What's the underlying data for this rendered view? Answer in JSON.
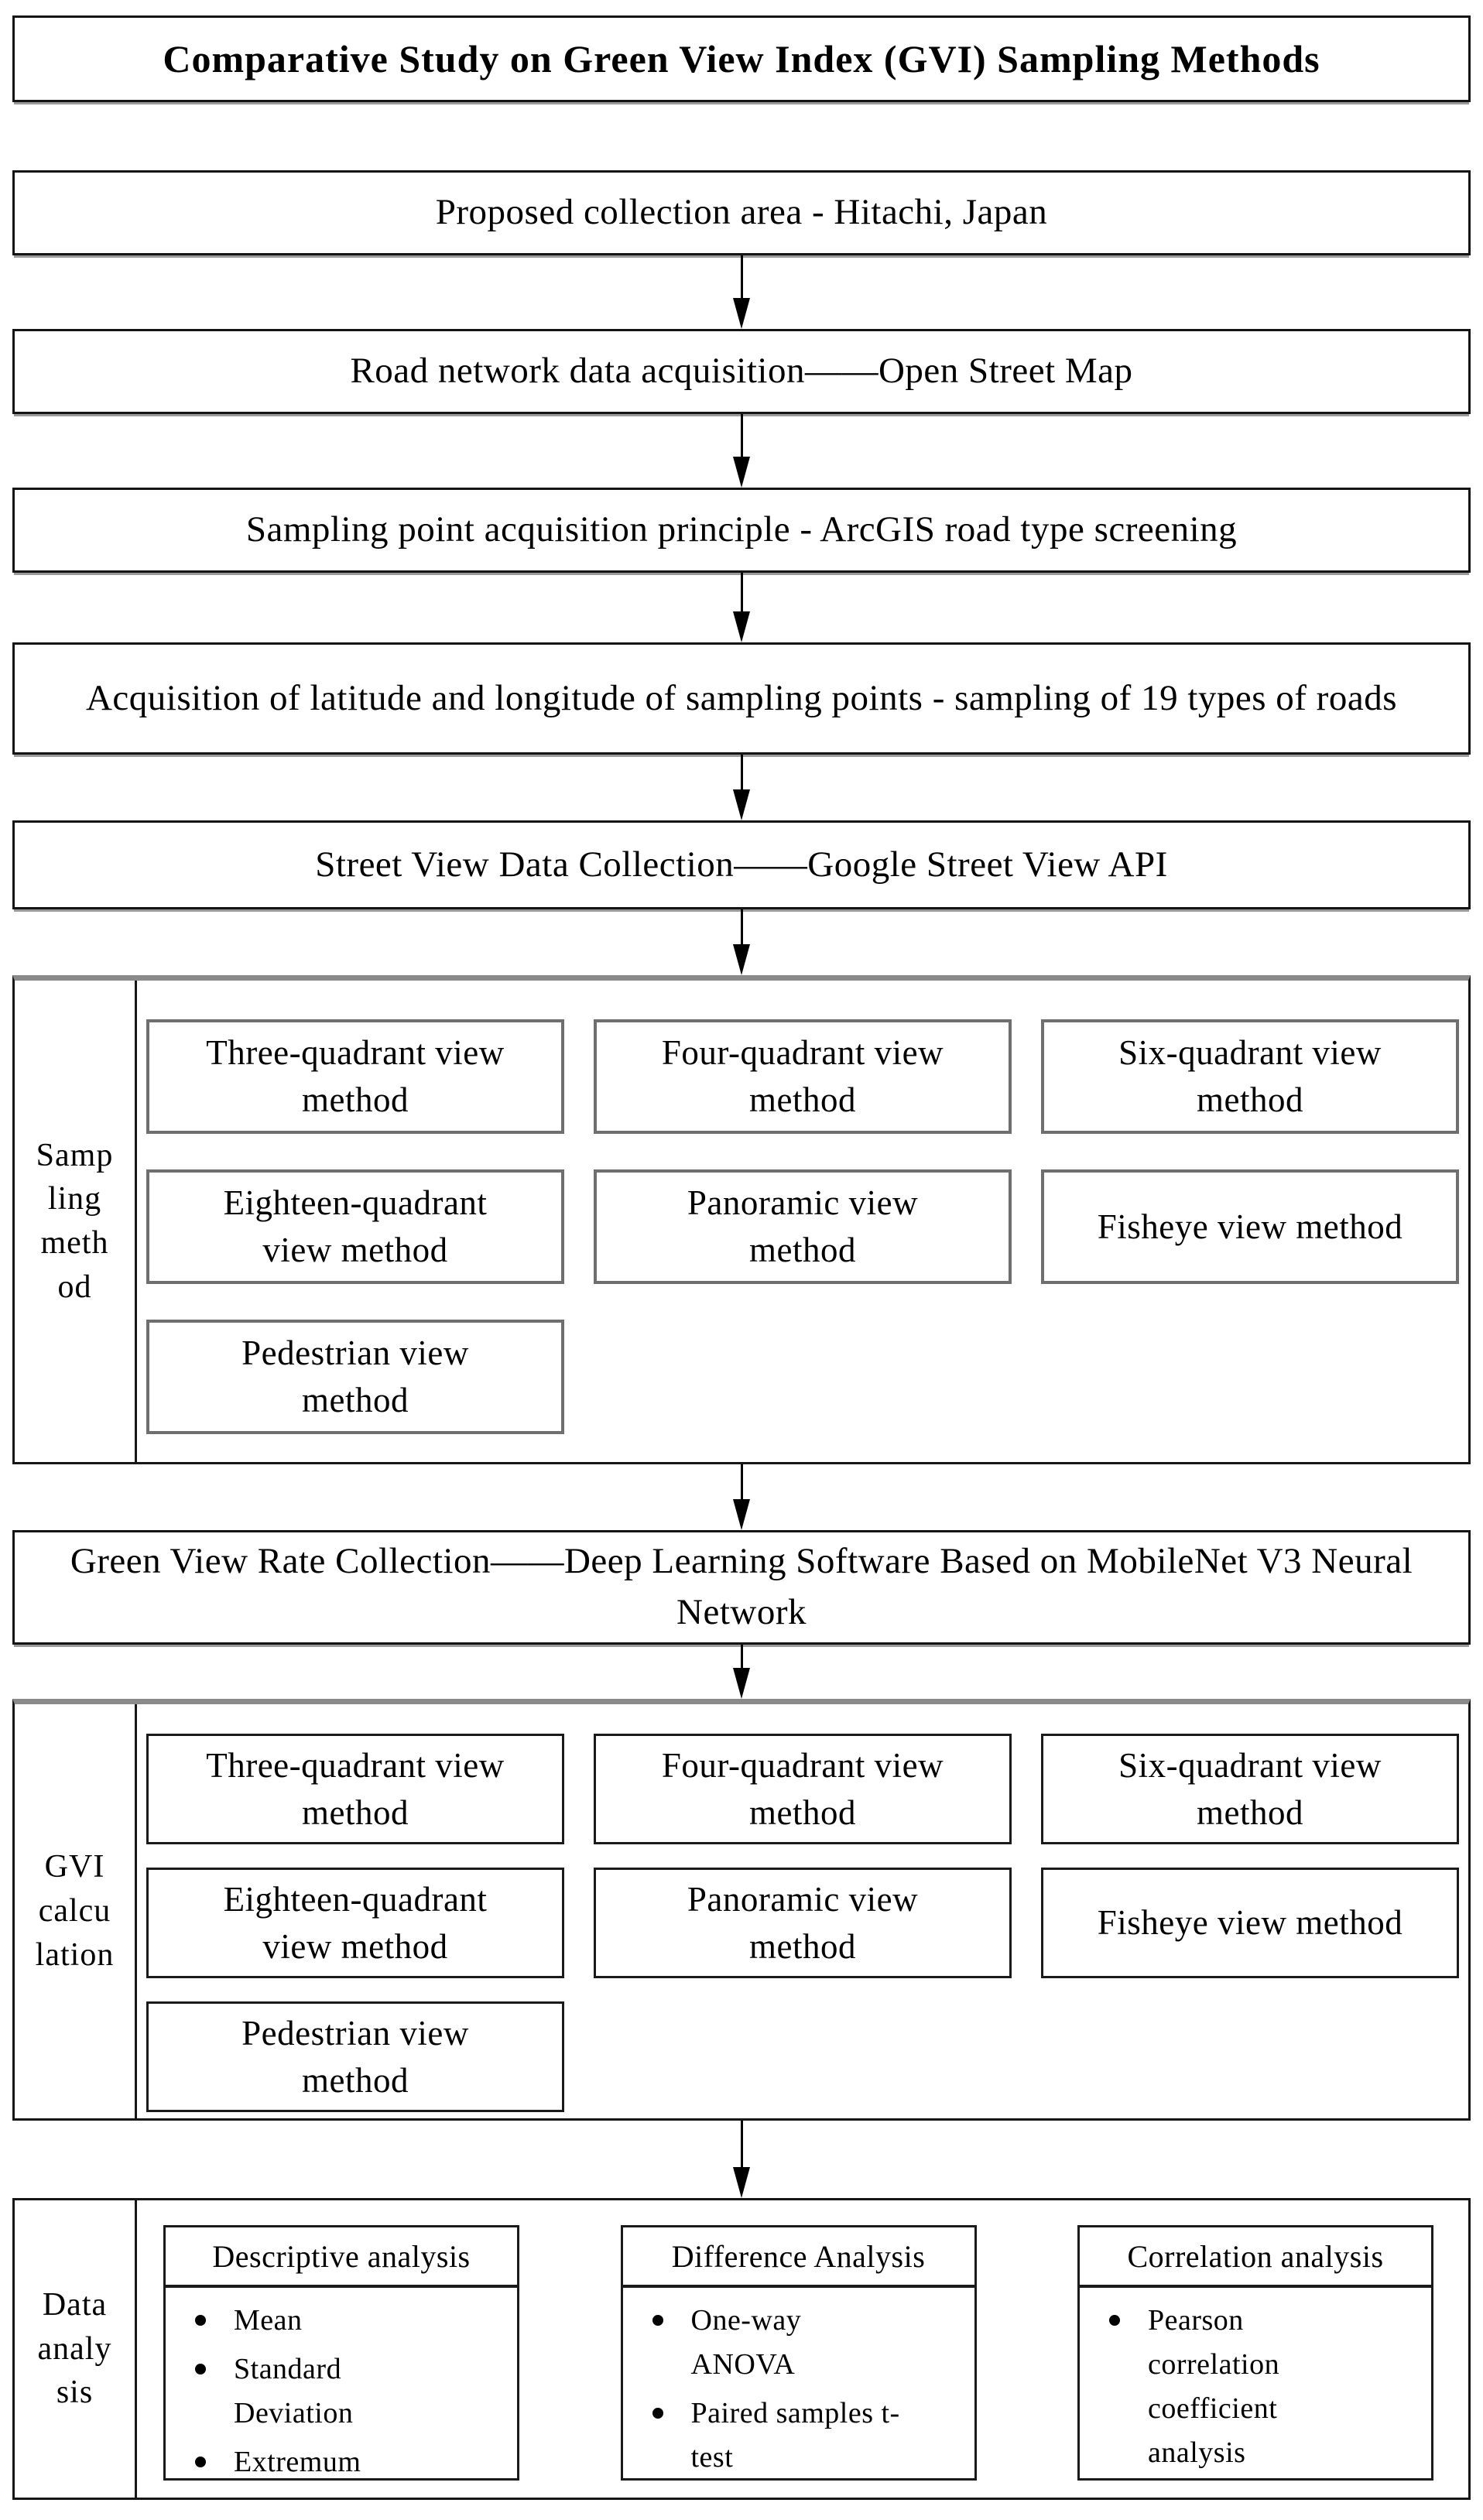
{
  "title": "Comparative Study on Green View Index (GVI) Sampling Methods",
  "flow": {
    "step1": "Proposed collection area - Hitachi, Japan",
    "step2": "Road network data acquisition——Open Street Map",
    "step3": "Sampling point acquisition principle - ArcGIS road type screening",
    "step4": "Acquisition of latitude and longitude of sampling points - sampling of 19 types of roads",
    "step5": "Street View Data Collection——Google Street View API",
    "step6": "Green View Rate Collection——Deep Learning Software Based on MobileNet V3 Neural Network"
  },
  "sampling_method": {
    "label": "Sampling method",
    "methods": [
      "Three-quadrant view method",
      "Four-quadrant view method",
      "Six-quadrant view method",
      "Eighteen-quadrant view method",
      "Panoramic view method",
      "Fisheye view method",
      "Pedestrian view method"
    ]
  },
  "gvi_calculation": {
    "label": "GVI calculation",
    "methods": [
      "Three-quadrant view method",
      "Four-quadrant view method",
      "Six-quadrant view method",
      "Eighteen-quadrant view method",
      "Panoramic view method",
      "Fisheye view method",
      "Pedestrian view method"
    ]
  },
  "data_analysis": {
    "label": "Data analysis",
    "groups": [
      {
        "header": "Descriptive analysis",
        "items": [
          "Mean",
          "Standard Deviation",
          "Extremum"
        ]
      },
      {
        "header": "Difference Analysis",
        "items": [
          "One-way ANOVA",
          "Paired samples t-test"
        ]
      },
      {
        "header": "Correlation analysis",
        "items": [
          "Pearson correlation coefficient analysis"
        ]
      }
    ]
  },
  "colors": {
    "ink": "#000000",
    "border": "#161616",
    "container_top_border": "#8a8a8a",
    "sampling_box_border": "#6f6f6f",
    "background": "#ffffff"
  }
}
